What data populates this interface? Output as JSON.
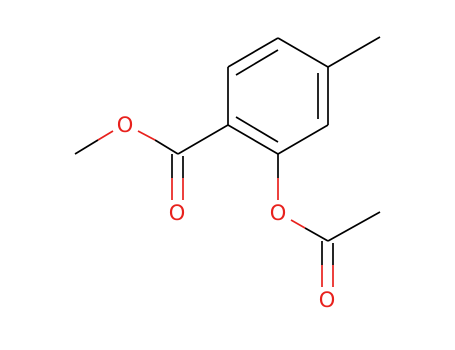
{
  "atoms": {
    "o_ester_single": {
      "label": "O",
      "color": "#e8211d"
    },
    "o_ester_carbonyl": {
      "label": "O",
      "color": "#e8211d"
    },
    "o_acetoxy_single": {
      "label": "O",
      "color": "#e8211d"
    },
    "o_acetoxy_carbonyl": {
      "label": "O",
      "color": "#e8211d"
    }
  },
  "colors": {
    "bond": "#000000",
    "oxygen": "#e8211d",
    "background": "#ffffff"
  }
}
